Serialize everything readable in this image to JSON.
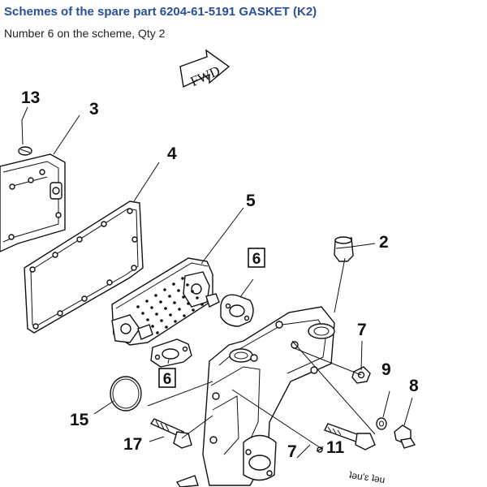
{
  "header": {
    "title": "Schemes of the spare part 6204-61-5191 GASKET (K2)",
    "subtitle": "Number 6 on the scheme, Qty 2"
  },
  "diagram": {
    "fwd_label": "FWD",
    "footer_fragment": "ʇəu'ɛ ʇəu",
    "callouts": {
      "c13": "13",
      "c3": "3",
      "c4": "4",
      "c5": "5",
      "c2": "2",
      "c6a": "6",
      "c6b": "6",
      "c7a": "7",
      "c9": "9",
      "c8": "8",
      "c15": "15",
      "c17": "17",
      "c7b": "7",
      "c11": "11"
    },
    "highlighted_part": "6"
  }
}
